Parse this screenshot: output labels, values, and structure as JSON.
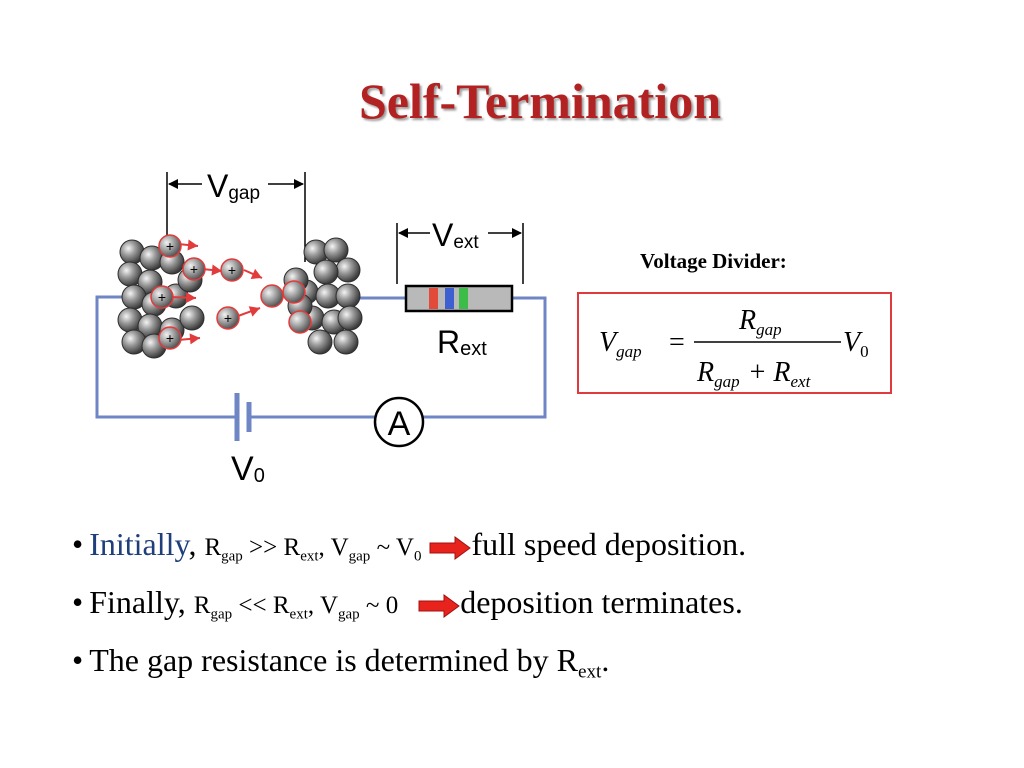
{
  "slide": {
    "title": "Self-Termination"
  },
  "circuit": {
    "vgap_main": "V",
    "vgap_sub": "gap",
    "vext_main": "V",
    "vext_sub": "ext",
    "rext_main": "R",
    "rext_sub": "ext",
    "ammeter": "A",
    "v0_main": "V",
    "v0_sub": "0",
    "ion_symbol": "+",
    "wire_color": "#6f86c4",
    "ion_color": "#e23b3b",
    "band_colors": [
      "#e24a3a",
      "#3d5fd0",
      "#3cbd4a"
    ]
  },
  "formula": {
    "heading": "Voltage Divider:",
    "lhs_main": "V",
    "lhs_sub": "gap",
    "equals": "=",
    "num_main": "R",
    "num_sub": "gap",
    "den1_main": "R",
    "den1_sub": "gap",
    "plus": "+",
    "den2_main": "R",
    "den2_sub": "ext",
    "rhs_main": "V",
    "rhs_sub": "0",
    "box_color": "#e0393e"
  },
  "bullets": {
    "b1": {
      "dot": "•",
      "lead": "Initially",
      "comma1": ",",
      "r1": "R",
      "r1_sub": "gap",
      "op": ">>",
      "r2": "R",
      "r2_sub": "ext",
      "comma2": ",",
      "v": "V",
      "v_sub": "gap",
      "tilde": "~",
      "v0": "V",
      "v0_sub": "0",
      "result": "full speed deposition."
    },
    "b2": {
      "dot": "•",
      "lead": "Finally,",
      "r1": "R",
      "r1_sub": "gap",
      "op": "<<",
      "r2": "R",
      "r2_sub": "ext",
      "comma2": ",",
      "v": "V",
      "v_sub": "gap",
      "tilde": "~",
      "zero": "0",
      "result": "deposition terminates."
    },
    "b3": {
      "dot": "•",
      "text": "The gap resistance is determined by R",
      "sub": "ext",
      "end": "."
    }
  }
}
